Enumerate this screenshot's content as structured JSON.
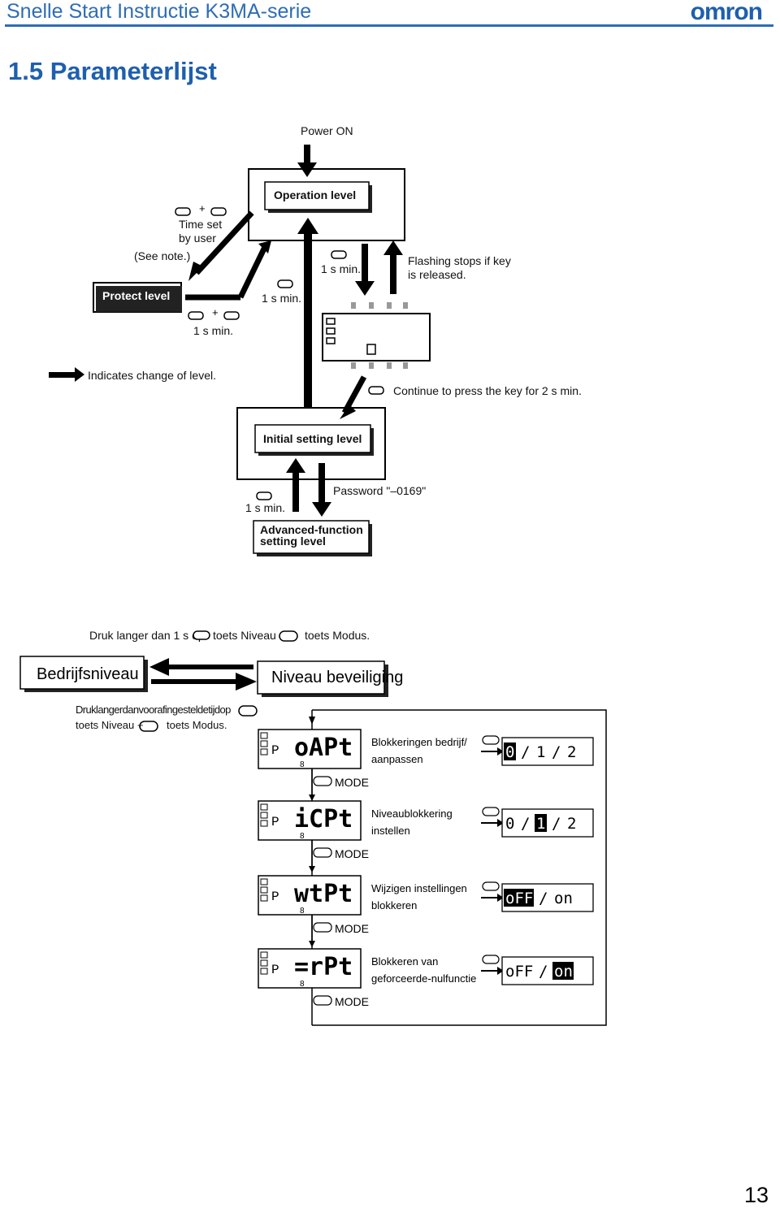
{
  "header": {
    "title": "Snelle Start Instructie K3MA-serie",
    "logo": "omron",
    "accent": "#2e6db5"
  },
  "section": {
    "title": "1.5 Parameterlijst"
  },
  "diagram_top": {
    "power_on": "Power ON",
    "operation_level": "Operation level",
    "protect_level": "Protect level",
    "time_set_1": "Time set",
    "time_set_2": "by user",
    "see_note": "(See note.)",
    "one_s_min_a": "1 s min.",
    "one_s_min_b": "1 s min.",
    "one_s_min_c": "1 s min.",
    "one_s_min_d": "1 s min.",
    "flashing_1": "Flashing stops if key",
    "flashing_2": "is released.",
    "indicates": "Indicates change of level.",
    "continue": "Continue to press the key for 2 s min.",
    "initial_setting": "Initial setting level",
    "password": "Password \"–0169\"",
    "advanced_1": "Advanced-function",
    "advanced_2": "setting level"
  },
  "diagram_bottom": {
    "druk_top_a": "Druk langer dan 1 s op",
    "druk_top_b": "toets Niveau +",
    "druk_top_c": "toets Modus.",
    "bedrijfsniveau": "Bedrijfsniveau",
    "niveau_beveiliging": "Niveau beveiliging",
    "druk_bottom_a": "Druklangerdanvoorafingesteldetijdop",
    "druk_bottom_b": "toets Niveau +",
    "druk_bottom_c": "toets Modus.",
    "mode_label": "MODE",
    "rows": [
      {
        "code": "oAPt",
        "desc1": "Blokkeringen bedrijf/",
        "desc2": "aanpassen",
        "opts": [
          "0",
          "/",
          "1",
          "/",
          "2"
        ],
        "highlight": 0
      },
      {
        "code": "iCPt",
        "desc1": "Niveaublokkering",
        "desc2": "instellen",
        "opts": [
          "0",
          "/",
          "1",
          "/",
          "2"
        ],
        "highlight": 2
      },
      {
        "code": "wtPt",
        "desc1": "Wijzigen instellingen",
        "desc2": "blokkeren",
        "opts": [
          "oFF",
          "/",
          "on"
        ],
        "highlight": 0
      },
      {
        "code": "=rPt",
        "desc1": "Blokkeren van",
        "desc2": "geforceerde-nulfunctie",
        "opts": [
          "oFF",
          "/",
          "on"
        ],
        "highlight": 2
      }
    ]
  },
  "page_number": "13"
}
